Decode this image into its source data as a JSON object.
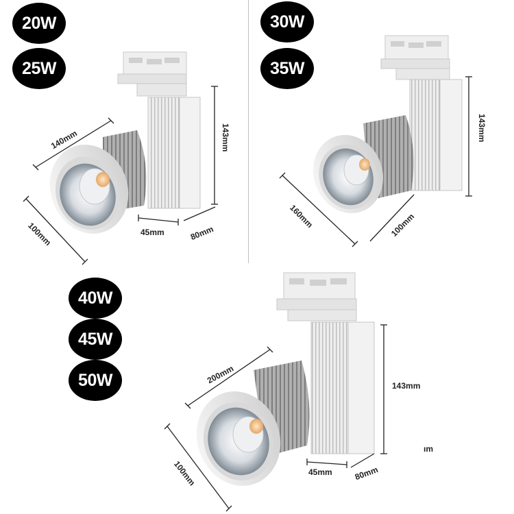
{
  "badges": {
    "w20": "20W",
    "w25": "25W",
    "w30": "30W",
    "w35": "35W",
    "w40": "40W",
    "w45": "45W",
    "w50": "50W"
  },
  "dims": {
    "p1_depth": "140mm",
    "p1_height": "143mm",
    "p1_diameter": "100mm",
    "p1_base_a": "45mm",
    "p1_base_b": "80mm",
    "p2_height": "143mm",
    "p2_depth": "160mm",
    "p2_diameter": "100mm",
    "p3_depth": "200mm",
    "p3_height": "143mm",
    "p3_diameter": "100mm",
    "p3_base_a": "45mm",
    "p3_base_b": "80mm",
    "p3_fragment": "ım"
  },
  "colors": {
    "housing": "#e9e9e9",
    "fins": "#9a9a9a",
    "led": "#f3c28a",
    "badge": "#000000"
  }
}
